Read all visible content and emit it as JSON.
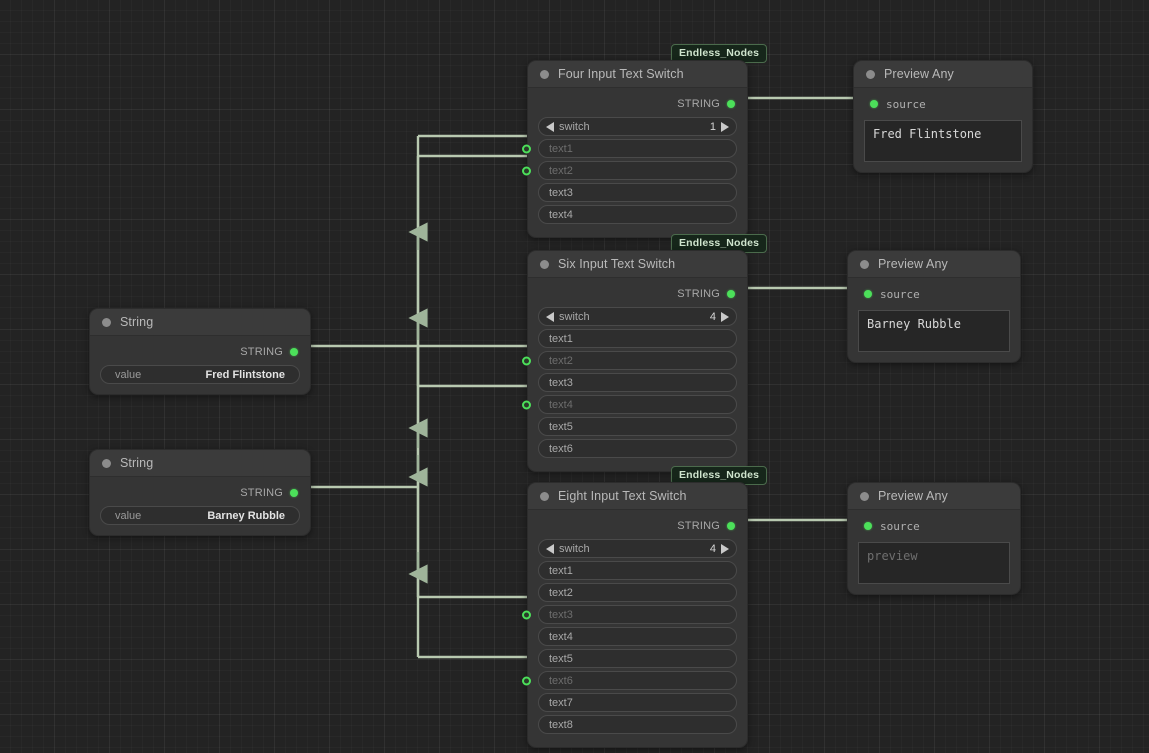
{
  "app": {
    "canvas_name": "node-graph-canvas",
    "pack_badge_label": "Endless_Nodes",
    "accent_port_color": "#4ce05a",
    "wire_color": "#b8c9b0",
    "node_body_color": "#353535",
    "node_header_color": "#3b3b3b",
    "badge_bg_color": "#16261a",
    "badge_border_color": "#4b6b4c"
  },
  "nodes": {
    "string_one": {
      "title": "String",
      "output_label": "STRING",
      "value_key": "value",
      "value": "Fred Flintstone"
    },
    "string_two": {
      "title": "String",
      "output_label": "STRING",
      "value_key": "value",
      "value": "Barney Rubble"
    },
    "four_switch": {
      "badge": "Endless_Nodes",
      "title": "Four Input Text Switch",
      "output_label": "STRING",
      "switch_label": "switch",
      "switch_value": "1",
      "inputs": [
        {
          "label": "text1",
          "connected": true
        },
        {
          "label": "text2",
          "connected": true
        },
        {
          "label": "text3",
          "connected": false
        },
        {
          "label": "text4",
          "connected": false
        }
      ]
    },
    "six_switch": {
      "badge": "Endless_Nodes",
      "title": "Six Input Text Switch",
      "output_label": "STRING",
      "switch_label": "switch",
      "switch_value": "4",
      "inputs": [
        {
          "label": "text1",
          "connected": false
        },
        {
          "label": "text2",
          "connected": true
        },
        {
          "label": "text3",
          "connected": false
        },
        {
          "label": "text4",
          "connected": true
        },
        {
          "label": "text5",
          "connected": false
        },
        {
          "label": "text6",
          "connected": false
        }
      ]
    },
    "eight_switch": {
      "badge": "Endless_Nodes",
      "title": "Eight Input Text Switch",
      "output_label": "STRING",
      "switch_label": "switch",
      "switch_value": "4",
      "inputs": [
        {
          "label": "text1",
          "connected": false
        },
        {
          "label": "text2",
          "connected": false
        },
        {
          "label": "text3",
          "connected": true
        },
        {
          "label": "text4",
          "connected": false
        },
        {
          "label": "text5",
          "connected": false
        },
        {
          "label": "text6",
          "connected": true
        },
        {
          "label": "text7",
          "connected": false
        },
        {
          "label": "text8",
          "connected": false
        }
      ]
    },
    "preview_one": {
      "title": "Preview Any",
      "source_label": "source",
      "text": "Fred Flintstone",
      "is_placeholder": false
    },
    "preview_two": {
      "title": "Preview Any",
      "source_label": "source",
      "text": "Barney Rubble",
      "is_placeholder": false
    },
    "preview_three": {
      "title": "Preview Any",
      "source_label": "source",
      "text": "preview",
      "is_placeholder": true
    }
  }
}
